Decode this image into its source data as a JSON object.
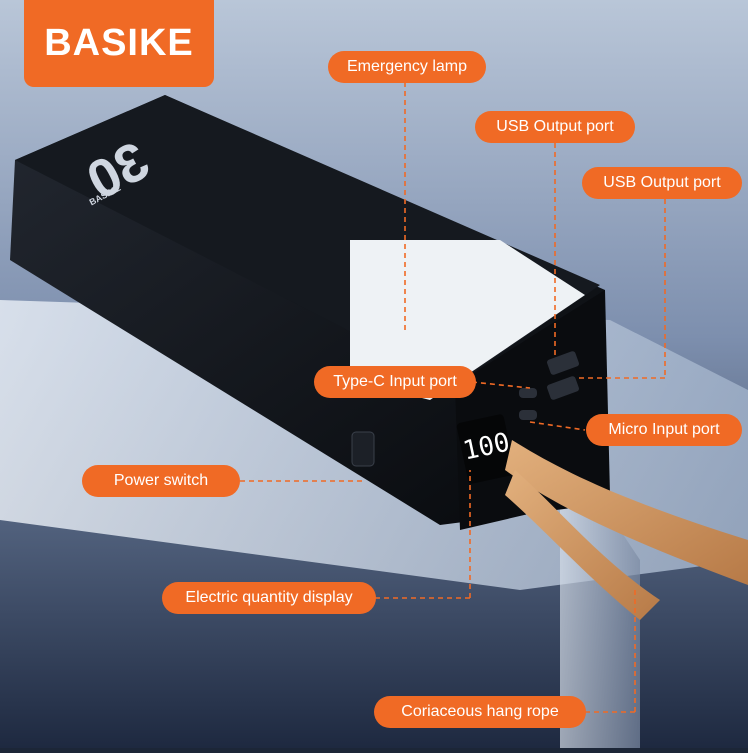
{
  "brand": "BASIKE",
  "product_print": {
    "capacity_digits": "30",
    "brand_small": "BASIKE"
  },
  "display_value": "100",
  "callouts": {
    "emergency_lamp": "Emergency lamp",
    "usb_output_1": "USB Output port",
    "usb_output_2": "USB Output port",
    "typec_input": "Type-C Input port",
    "micro_input": "Micro Input port",
    "power_switch": "Power switch",
    "electric_display": "Electric quantity display",
    "hang_rope": "Coriaceous hang rope"
  },
  "colors": {
    "accent": "#f06a25",
    "device": "#0e1116",
    "leader": "#f06a25"
  }
}
